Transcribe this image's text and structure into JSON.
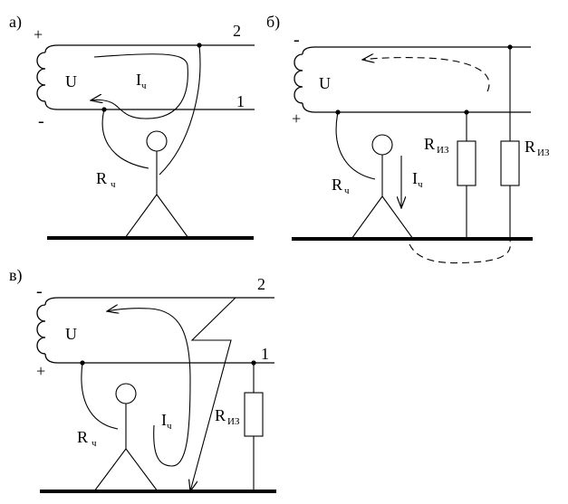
{
  "panels": [
    {
      "label": "а)",
      "plus": "+",
      "minus": "-",
      "voltage": "U",
      "current": "I",
      "current_sub": "ч",
      "line_top": "2",
      "line_bottom": "1",
      "body_r": "R",
      "body_r_sub": "ч"
    },
    {
      "label": "б)",
      "plus": "+",
      "minus": "-",
      "voltage": "U",
      "current": "I",
      "current_sub": "ч",
      "body_r": "R",
      "body_r_sub": "ч",
      "iso1": "R",
      "iso1_sub": "ИЗ",
      "iso2": "R",
      "iso2_sub": "ИЗ"
    },
    {
      "label": "в)",
      "plus": "+",
      "minus": "-",
      "voltage": "U",
      "current": "I",
      "current_sub": "ч",
      "line_top": "2",
      "line_bottom": "1",
      "body_r": "R",
      "body_r_sub": "ч",
      "iso": "R",
      "iso_sub": "ИЗ"
    }
  ]
}
